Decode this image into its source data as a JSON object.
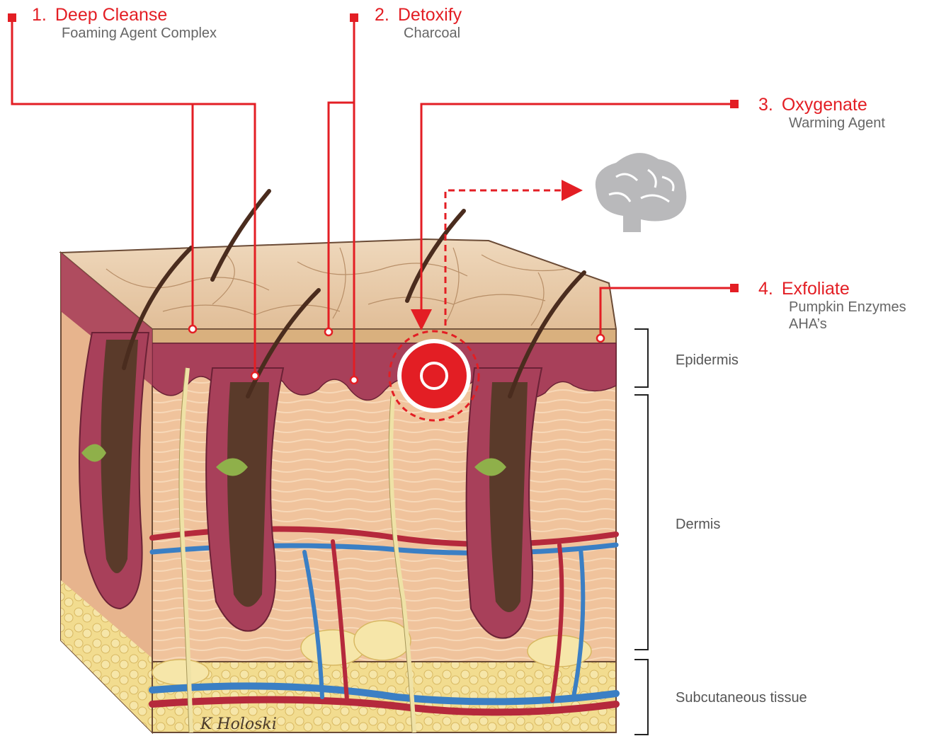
{
  "steps": [
    {
      "number": "1.",
      "title": "Deep Cleanse",
      "subtitle": "Foaming Agent Complex"
    },
    {
      "number": "2.",
      "title": "Detoxify",
      "subtitle": "Charcoal"
    },
    {
      "number": "3.",
      "title": "Oxygenate",
      "subtitle": "Warming Agent"
    },
    {
      "number": "4.",
      "title": "Exfoliate",
      "subtitle": "Pumpkin Enzymes",
      "subtitle2": "AHA’s"
    }
  ],
  "layers": {
    "epidermis": "Epidermis",
    "dermis": "Dermis",
    "subcutaneous": "Subcutaneous tissue"
  },
  "signature": "K Holoski",
  "colors": {
    "accent": "#e31e24",
    "label_text": "#555555",
    "brain": "#b9b9bb",
    "skin_top": "#e8c9a5",
    "dermis": "#f0c39c",
    "epidermis_band": "#a8405a",
    "fat": "#f2dc8f",
    "vein": "#3b7fc4",
    "artery": "#b5293c",
    "nerve": "#efe2a6",
    "hair": "#4a2c1e"
  },
  "icons": [
    "brain-icon",
    "target-icon",
    "square-marker-icon",
    "arrow-icon"
  ]
}
